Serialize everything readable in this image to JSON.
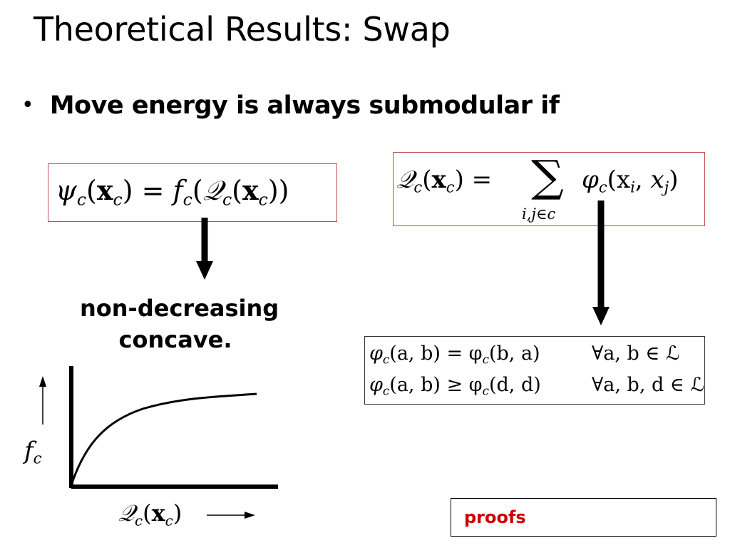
{
  "slide": {
    "title": "Theoretical Results: Swap",
    "bullet": {
      "marker": "•",
      "text": "Move energy is always submodular if"
    },
    "equation_left": {
      "psi": "ψ",
      "sub_c": "c",
      "x": "x",
      "eq": "=",
      "f": "f",
      "Q": "𝒬"
    },
    "equation_right": {
      "Q": "𝒬",
      "sub_c": "c",
      "x": "x",
      "eq": "=",
      "sum": "∑",
      "limits": "i,j∈c",
      "phi": "φ",
      "args": "(x",
      "i": "i",
      "j": "j"
    },
    "conditions": {
      "row1_lhs": "φ",
      "row1_text": "(a, b) = φ",
      "row1_text2": "(b, a)",
      "row1_quant": "∀a, b ∈ ℒ",
      "row2_text": "(a, b) ≥ φ",
      "row2_text2": "(d, d)",
      "row2_quant": "∀a, b, d ∈ ℒ"
    },
    "concavity_label": {
      "line1": "non-decreasing",
      "line2": "concave."
    },
    "plot": {
      "ylabel": "f",
      "ylabel_sub": "c",
      "xlabel_Q": "𝒬",
      "xlabel_sub": "c",
      "xlabel_x": "x",
      "xlabel_xsub": "c"
    },
    "proofs_label": "proofs",
    "colors": {
      "box_border": "#c44b4b",
      "proofs_text": "#cc0000",
      "ink": "#000000"
    }
  }
}
